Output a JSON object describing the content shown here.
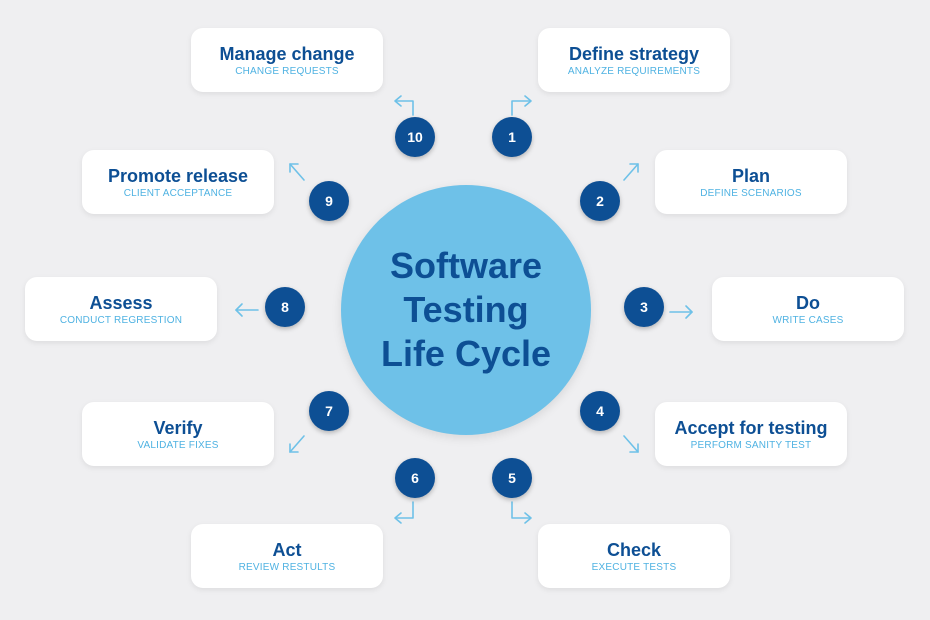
{
  "center": {
    "title": "Software\nTesting\nLife Cycle"
  },
  "colors": {
    "background": "#efeff1",
    "center_circle": "#6ec1e8",
    "badge": "#0d4f94",
    "title_text": "#0d4f94",
    "subtitle_text": "#4fb2e2",
    "arrow": "#6ec1e8"
  },
  "steps": [
    {
      "number": "1",
      "title": "Define strategy",
      "subtitle": "ANALYZE REQUIREMENTS",
      "icon": "arrow-up-right-icon"
    },
    {
      "number": "2",
      "title": "Plan",
      "subtitle": "DEFINE SCENARIOS",
      "icon": "arrow-diagonal-up-right-icon"
    },
    {
      "number": "3",
      "title": "Do",
      "subtitle": "WRITE CASES",
      "icon": "arrow-right-icon"
    },
    {
      "number": "4",
      "title": "Accept for testing",
      "subtitle": "PERFORM SANITY TEST",
      "icon": "arrow-diagonal-down-right-icon"
    },
    {
      "number": "5",
      "title": "Check",
      "subtitle": "EXECUTE TESTS",
      "icon": "arrow-down-right-icon"
    },
    {
      "number": "6",
      "title": "Act",
      "subtitle": "REVIEW RESTULTS",
      "icon": "arrow-down-left-icon"
    },
    {
      "number": "7",
      "title": "Verify",
      "subtitle": "VALIDATE FIXES",
      "icon": "arrow-diagonal-down-left-icon"
    },
    {
      "number": "8",
      "title": "Assess",
      "subtitle": "CONDUCT REGRESTION",
      "icon": "arrow-left-icon"
    },
    {
      "number": "9",
      "title": "Promote release",
      "subtitle": "CLIENT ACCEPTANCE",
      "icon": "arrow-diagonal-up-left-icon"
    },
    {
      "number": "10",
      "title": "Manage change",
      "subtitle": "CHANGE REQUESTS",
      "icon": "arrow-up-left-icon"
    }
  ]
}
